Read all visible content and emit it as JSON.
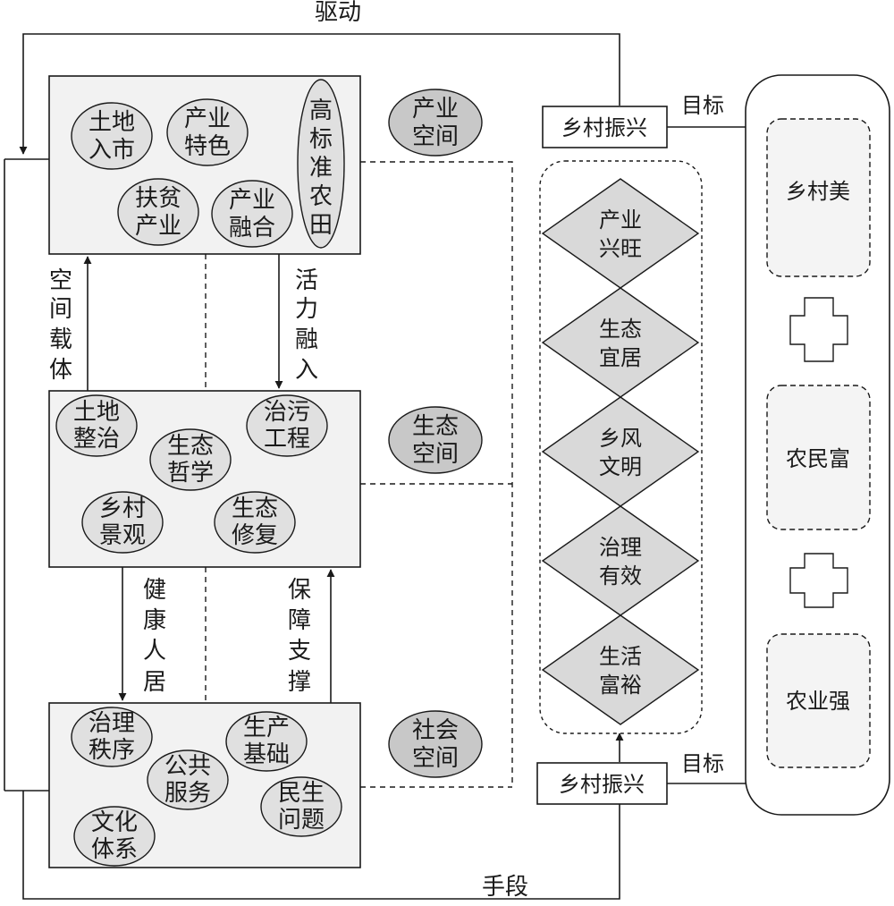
{
  "top_label": "驱动",
  "bottom_label": "手段",
  "boxes": {
    "industry": {
      "tag": [
        "产业",
        "空间"
      ],
      "items": [
        [
          "土地",
          "入市"
        ],
        [
          "产业",
          "特色"
        ],
        [
          "扶贫",
          "产业"
        ],
        [
          "产业",
          "融合"
        ],
        [
          "高",
          "标",
          "准",
          "农",
          "田"
        ]
      ]
    },
    "ecology": {
      "tag": [
        "生态",
        "空间"
      ],
      "items": [
        [
          "土地",
          "整治"
        ],
        [
          "治污",
          "工程"
        ],
        [
          "生态",
          "哲学"
        ],
        [
          "乡村",
          "景观"
        ],
        [
          "生态",
          "修复"
        ]
      ]
    },
    "society": {
      "tag": [
        "社会",
        "空间"
      ],
      "items": [
        [
          "治理",
          "秩序"
        ],
        [
          "生产",
          "基础"
        ],
        [
          "公共",
          "服务"
        ],
        [
          "民生",
          "问题"
        ],
        [
          "文化",
          "体系"
        ]
      ]
    }
  },
  "links": {
    "up_left": [
      "空",
      "间",
      "载",
      "体"
    ],
    "down_right": [
      "活",
      "力",
      "融",
      "入"
    ],
    "down_left": [
      "健",
      "康",
      "人",
      "居"
    ],
    "up_right": [
      "保",
      "障",
      "支",
      "撑"
    ]
  },
  "revitalization_label": "乡村振兴",
  "target_label": "目标",
  "diamonds": [
    [
      "产业",
      "兴旺"
    ],
    [
      "生态",
      "宜居"
    ],
    [
      "乡风",
      "文明"
    ],
    [
      "治理",
      "有效"
    ],
    [
      "生活",
      "富裕"
    ]
  ],
  "goals": [
    "乡村美",
    "农民富",
    "农业强"
  ],
  "colors": {
    "line": "#1a1a1a",
    "box_fill": "#f2f2f2",
    "ellipse_fill": "#e0e0e0",
    "space_tag_fill": "#c8c8c8",
    "diamond_fill": "#d9d9d9",
    "goal_fill": "#f4f4f4"
  }
}
